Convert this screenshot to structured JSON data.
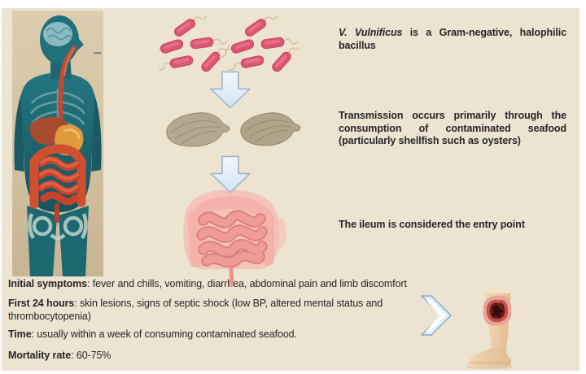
{
  "facts": {
    "bacteria_italic": "V. Vulnificus",
    "bacteria_rest": " is a Gram-negative, halophilic bacillus",
    "transmission": "Transmission occurs primarily through the consumption of contaminated seafood (particularly shellfish such as oysters)",
    "entry": "The ileum is considered the entry point"
  },
  "timeline": [
    {
      "label": "Initial symptoms",
      "text": ": fever and chills, vomiting, diarrhea, abdominal pain and limb discomfort"
    },
    {
      "label": "First 24 hours",
      "text": ": skin lesions, signs of septic shock (low BP, altered mental status and thrombocytopenia)"
    },
    {
      "label": "Time",
      "text": ": usually within a week of consuming contaminated seafood."
    },
    {
      "label": "Mortality rate",
      "text": ": 60-75%"
    }
  ],
  "illustrations": {
    "anatomy": "human-anatomy-digestive-tract",
    "bacteria": "vibrio-bacilli-with-flagella",
    "oysters": "two-oyster-shells",
    "intestine": "small-intestine-entry-point",
    "leg": "leg-with-necrotic-skin-lesion",
    "down_arrow": "down-flow-arrow",
    "chevron": "right-chevron-arrow"
  },
  "colors": {
    "background": "#ece3d1",
    "text": "#262626",
    "bacteria": "#dc5671",
    "arrow_fill": "#e7f0f9",
    "arrow_stroke": "#96b1cd",
    "intestine_dark": "#ef9c97",
    "intestine_light": "#f5c0ba",
    "oyster": "#b6a890",
    "skin": "#ecc9a4",
    "wound": "#671c18",
    "body_teal": "#20707b"
  }
}
